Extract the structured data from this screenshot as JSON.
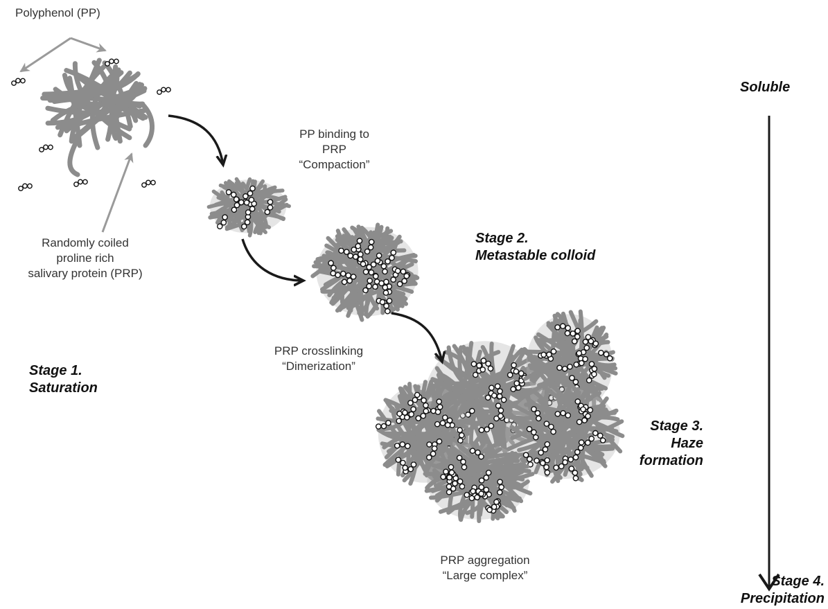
{
  "labels": {
    "polyphenol": "Polyphenol (PP)",
    "prp_line1": "Randomly coiled",
    "prp_line2": "proline rich",
    "prp_line3": "salivary protein (PRP)",
    "binding_line1": "PP binding to",
    "binding_line2": "PRP",
    "binding_line3": "“Compaction”",
    "crosslink_line1": "PRP crosslinking",
    "crosslink_line2": "“Dimerization”",
    "aggregation_line1": "PRP aggregation",
    "aggregation_line2": "“Large complex”"
  },
  "stages": {
    "stage1_line1": "Stage 1.",
    "stage1_line2": "Saturation",
    "stage2_line1": "Stage 2.",
    "stage2_line2": "Metastable colloid",
    "stage3_line1": "Stage 3.",
    "stage3_line2": "Haze",
    "stage3_line3": "formation",
    "stage4_line1": "Stage 4.",
    "stage4_line2": "Precipitation"
  },
  "axis": {
    "top_label": "Soluble"
  },
  "colors": {
    "protein": "#8c8c8c",
    "arrow": "#1a1a1a",
    "pointer": "#9a9a9a",
    "text": "#333333"
  }
}
